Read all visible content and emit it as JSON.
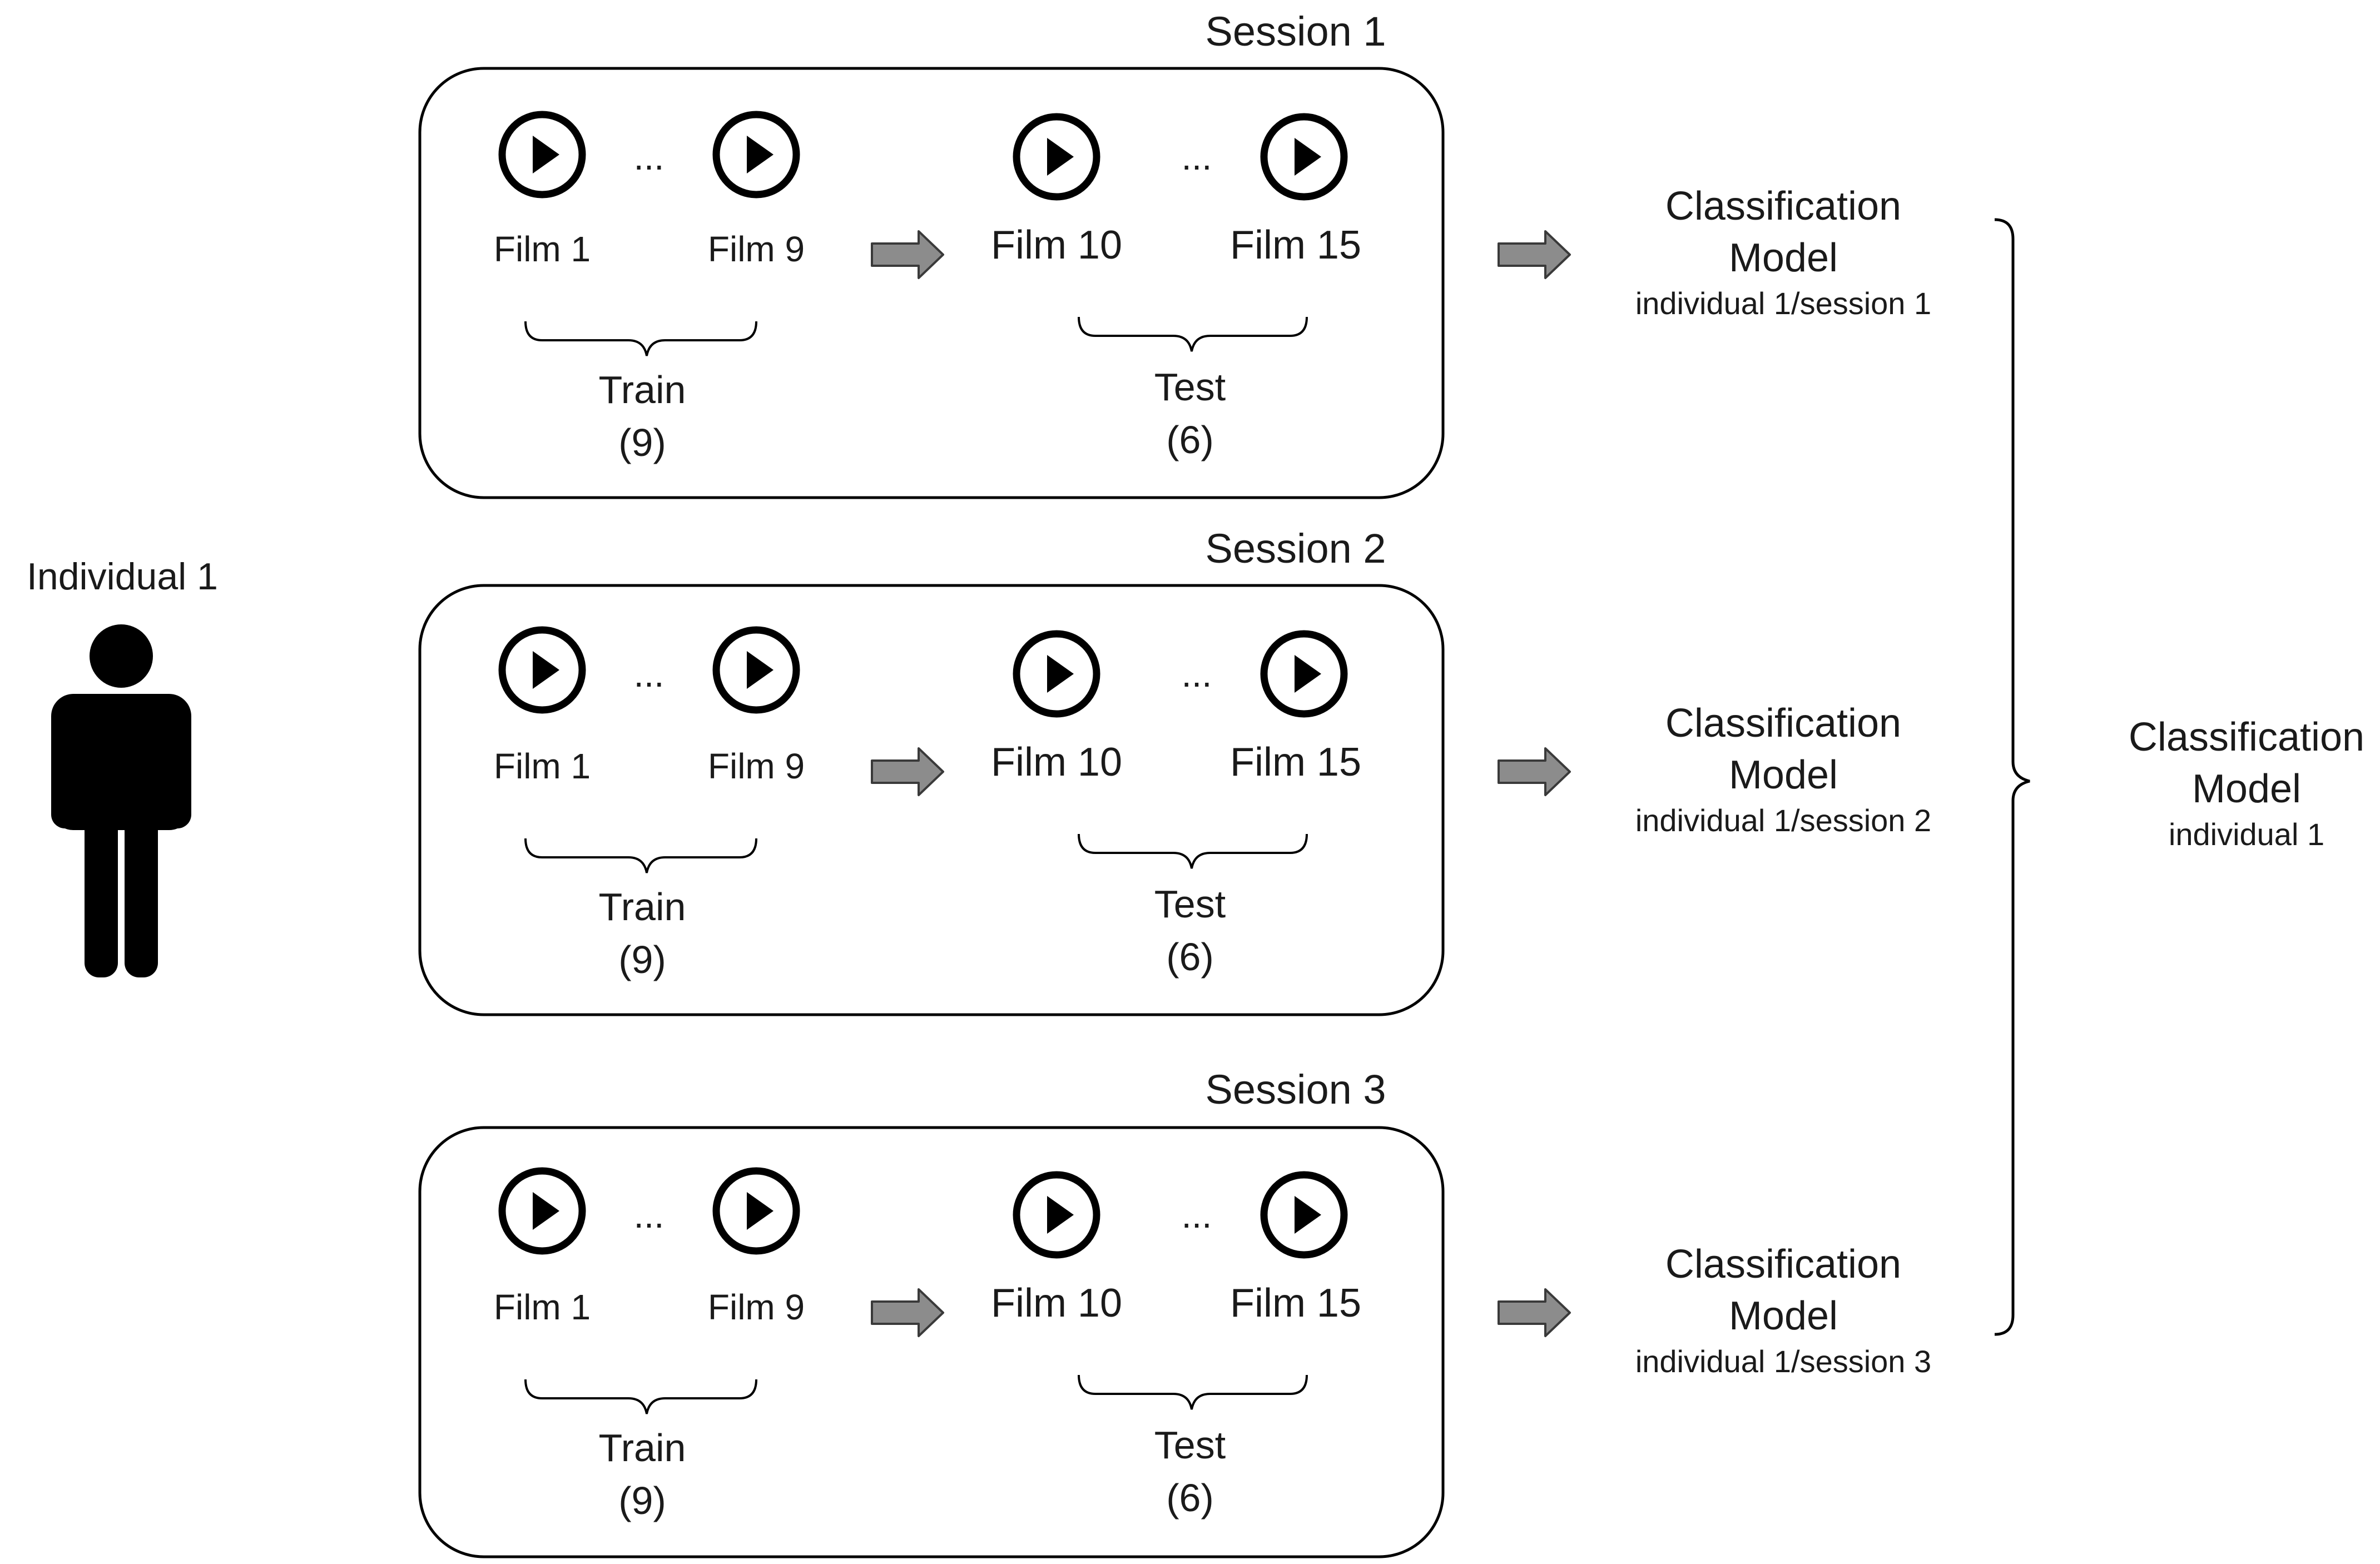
{
  "individual": {
    "label": "Individual 1",
    "icon": "person-icon"
  },
  "sessions": [
    {
      "title": "Session 1",
      "train_films": [
        "Film 1",
        "Film 9"
      ],
      "test_films": [
        "Film 10",
        "Film 15"
      ],
      "ellipsis": "...",
      "train_label": "Train",
      "train_count": "(9)",
      "test_label": "Test",
      "test_count": "(6)",
      "model_title_line1": "Classification",
      "model_title_line2": "Model",
      "model_subtitle": "individual 1/session 1"
    },
    {
      "title": "Session 2",
      "train_films": [
        "Film 1",
        "Film 9"
      ],
      "test_films": [
        "Film 10",
        "Film 15"
      ],
      "ellipsis": "...",
      "train_label": "Train",
      "train_count": "(9)",
      "test_label": "Test",
      "test_count": "(6)",
      "model_title_line1": "Classification",
      "model_title_line2": "Model",
      "model_subtitle": "individual 1/session 2"
    },
    {
      "title": "Session 3",
      "train_films": [
        "Film 1",
        "Film 9"
      ],
      "test_films": [
        "Film 10",
        "Film 15"
      ],
      "ellipsis": "...",
      "train_label": "Train",
      "train_count": "(9)",
      "test_label": "Test",
      "test_count": "(6)",
      "model_title_line1": "Classification",
      "model_title_line2": "Model",
      "model_subtitle": "individual 1/session 3"
    }
  ],
  "final_model": {
    "title_line1": "Classification",
    "title_line2": "Model",
    "subtitle": "individual 1"
  },
  "icons": {
    "film": "play-circle-icon",
    "arrow": "arrow-right-icon",
    "brace": "curly-brace"
  },
  "colors": {
    "stroke": "#000000",
    "arrow_fill": "#8c8c8c",
    "text": "#1a1a1a",
    "background": "#ffffff"
  }
}
